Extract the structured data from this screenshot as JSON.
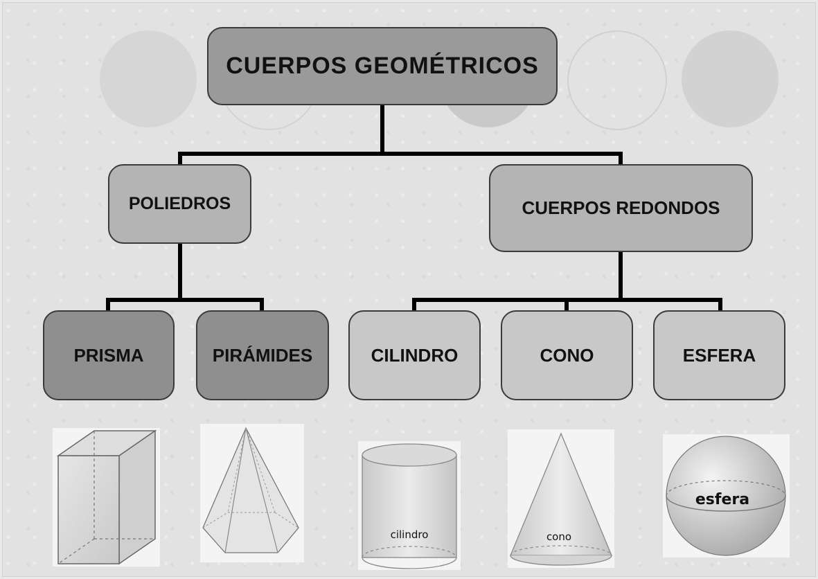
{
  "diagram": {
    "root": "CUERPOS GEOMÉTRICOS",
    "branch_left": "POLIEDROS",
    "branch_right": "CUERPOS REDONDOS",
    "leaves": {
      "prisma": "PRISMA",
      "piramides": "PIRÁMIDES",
      "cilindro": "CILINDRO",
      "cono": "CONO",
      "esfera": "ESFERA"
    }
  },
  "shape_labels": {
    "cilindro": "cilindro",
    "cono": "cono",
    "esfera": "esfera"
  },
  "colors": {
    "root_fill": "#9a9a9a",
    "branch_fill": "#b4b4b4",
    "poliedro_leaf_fill": "#8f8f8f",
    "redondo_leaf_fill": "#c8c8c8",
    "connector": "#000000"
  }
}
